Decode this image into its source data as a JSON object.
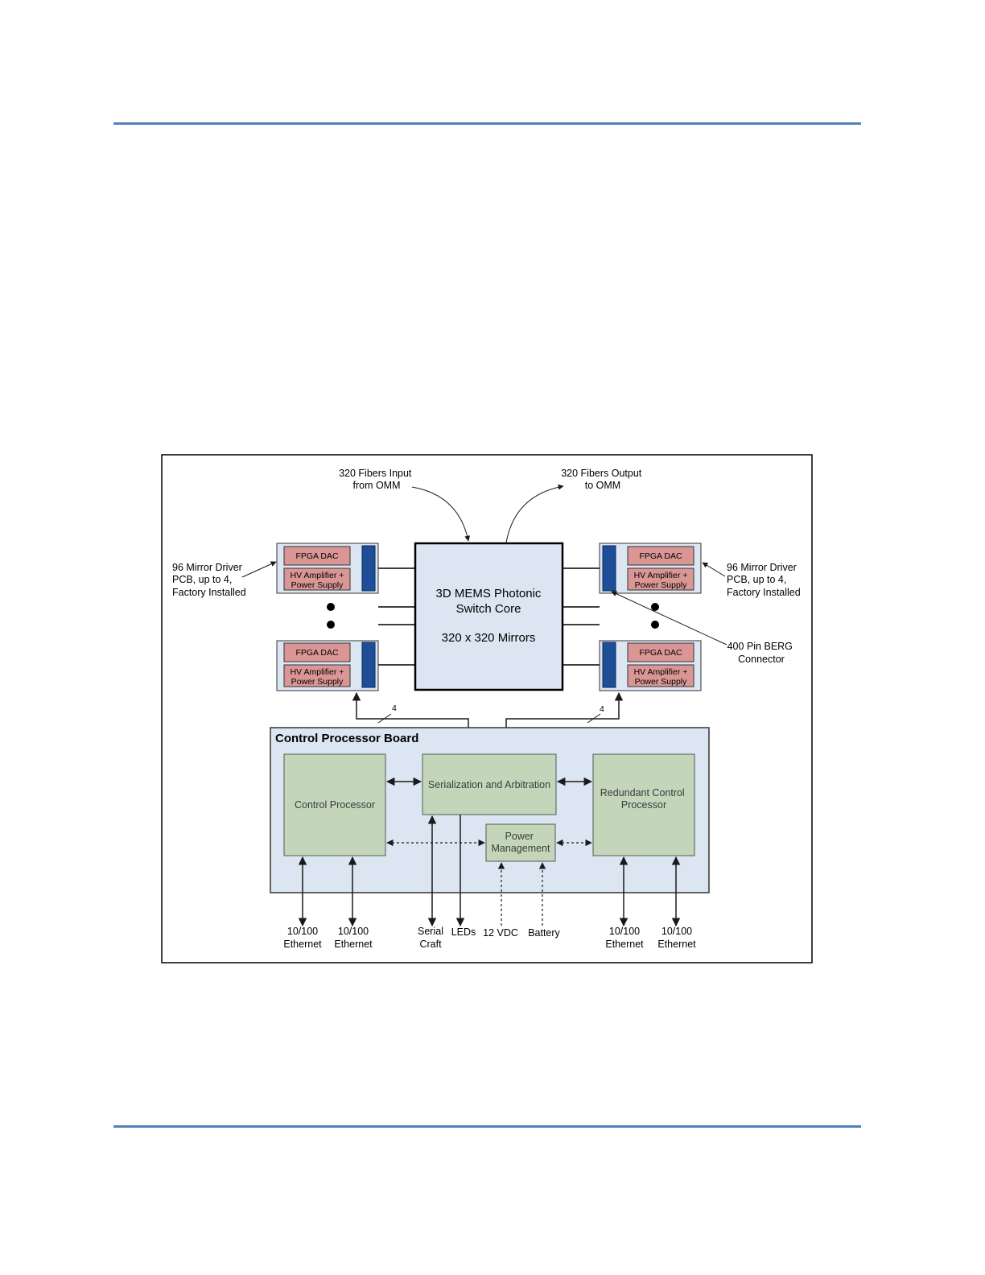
{
  "diagram": {
    "fibers_input": [
      "320 Fibers Input",
      "from OMM"
    ],
    "fibers_output": [
      "320 Fibers Output",
      "to OMM"
    ],
    "mirror_driver_note": [
      "96 Mirror Driver",
      "PCB, up to 4,",
      "Factory Installed"
    ],
    "driver_card": {
      "fpga": "FPGA DAC",
      "hv": [
        "HV Amplifier +",
        "Power Supply"
      ]
    },
    "core": {
      "line1": "3D MEMS Photonic",
      "line2": "Switch Core",
      "line3": "320 x 320  Mirrors"
    },
    "berg": [
      "400 Pin BERG",
      "Connector"
    ],
    "bus_width": "4",
    "board": {
      "title": "Control Processor Board",
      "control_processor": "Control Processor",
      "serialization": "Serialization and Arbitration",
      "redundant": [
        "Redundant Control",
        "Processor"
      ],
      "power": [
        "Power",
        "Management"
      ]
    },
    "ports": {
      "ethernet": [
        "10/100",
        "Ethernet"
      ],
      "serial": [
        "Serial",
        "Craft"
      ],
      "leds": "LEDs",
      "vdc": "12 VDC",
      "battery": "Battery"
    },
    "colors": {
      "rule": "#4f81bd",
      "card_bg": "#dce6f2",
      "card_red": "#d99694",
      "connector": "#1f4e99",
      "board_bg": "#dce6f2",
      "block_green": "#c3d6ba"
    }
  }
}
